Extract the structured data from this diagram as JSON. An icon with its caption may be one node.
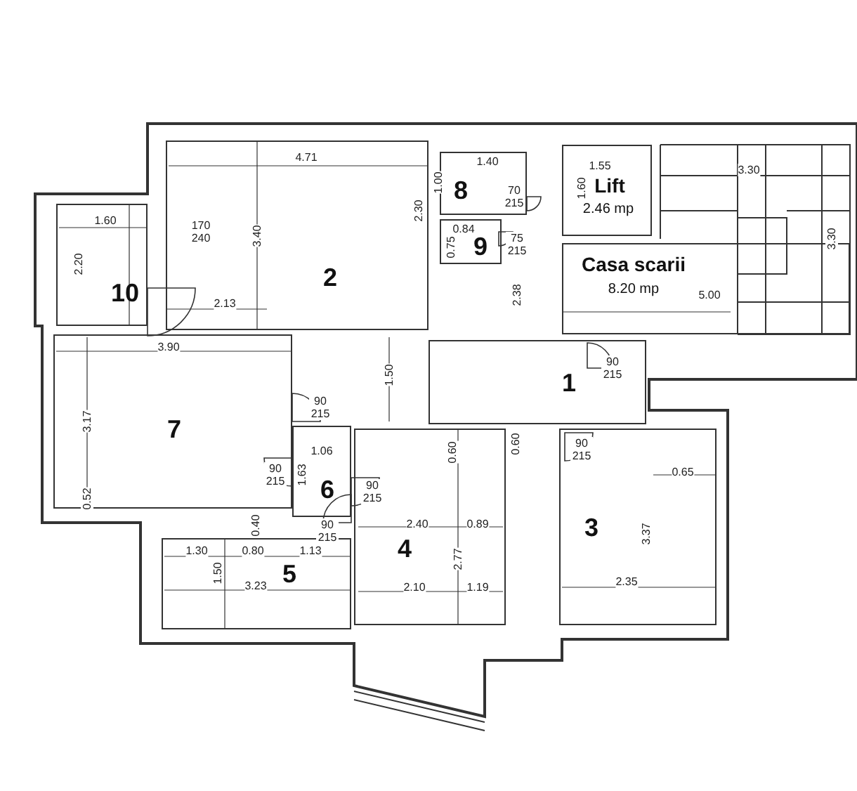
{
  "diagram": {
    "nodes": [
      {
        "text": [
          "2"
        ]
      },
      {
        "text": [
          "8"
        ]
      },
      {
        "text": [
          "Lift",
          "2.46 mp"
        ]
      },
      {
        "text": [
          "9"
        ]
      },
      {
        "text": [
          "Casa scarii",
          "8.20 mp"
        ]
      },
      {
        "text": [
          "10"
        ]
      },
      {
        "text": [
          "1"
        ]
      },
      {
        "text": [
          "7"
        ]
      },
      {
        "text": [
          "6"
        ]
      },
      {
        "text": [
          "4"
        ]
      },
      {
        "text": [
          "3"
        ]
      },
      {
        "text": [
          "5"
        ]
      }
    ],
    "labels": [
      "1.60",
      "2.20",
      "170 240",
      "4.71",
      "3.40",
      "2.30",
      "1.40",
      "1.00",
      "70 215",
      "1.55",
      "1.60",
      "3.30",
      "0.84",
      "0.75",
      "75 215",
      "3.30",
      "5.00",
      "2.13",
      "2.38",
      "90 215",
      "3.90",
      "1.50",
      "90 215",
      "3.17",
      "1.06",
      "0.60",
      "0.60",
      "90 215",
      "0.65",
      "0.52",
      "90 215",
      "1.63",
      "90 215",
      "2.40",
      "0.89",
      "2.77",
      "3.37",
      "0.40",
      "90 215",
      "1.30",
      "0.80",
      "1.13",
      "1.50",
      "3.23",
      "2.10",
      "1.19",
      "2.35"
    ]
  }
}
